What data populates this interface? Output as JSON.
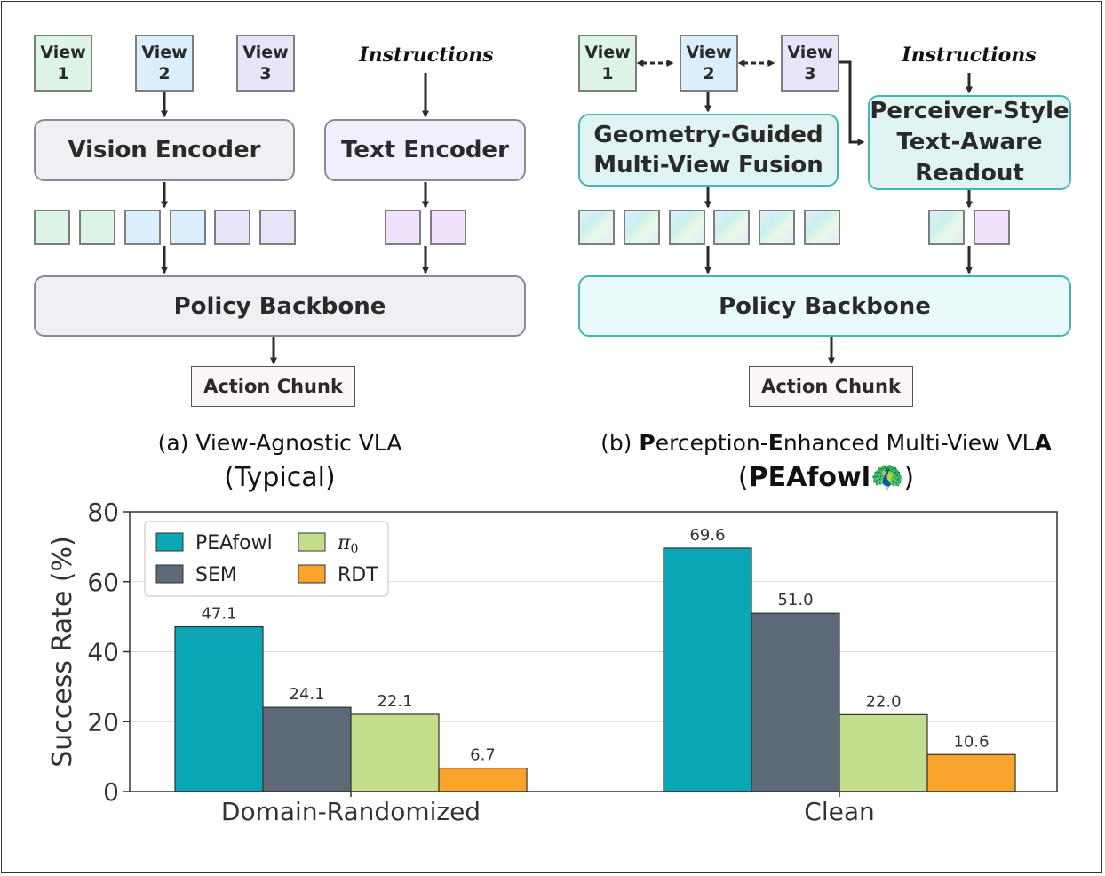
{
  "panel_a": {
    "views": [
      {
        "label": "View\n1"
      },
      {
        "label": "View\n2"
      },
      {
        "label": "View\n3"
      }
    ],
    "instructions": "Instructions",
    "vision_encoder": "Vision Encoder",
    "text_encoder": "Text Encoder",
    "backbone": "Policy Backbone",
    "action": "Action Chunk",
    "caption_line1": "(a) View-Agnostic VLA",
    "caption_line2": "(Typical)"
  },
  "panel_b": {
    "views": [
      {
        "label": "View\n1"
      },
      {
        "label": "View\n2"
      },
      {
        "label": "View\n3"
      }
    ],
    "instructions": "Instructions",
    "fusion": "Geometry-Guided\nMulti-View Fusion",
    "readout": "Perceiver-Style\nText-Aware\nReadout",
    "backbone": "Policy Backbone",
    "action": "Action Chunk",
    "caption_prefix": "(b) ",
    "caption_p": "P",
    "caption_mid1": "erception-",
    "caption_e": "E",
    "caption_mid2": "nhanced Multi-View VL",
    "caption_a": "A",
    "caption_line2_open": "(",
    "caption_line2_name": "PEAfowl",
    "caption_line2_emoji": "🦚",
    "caption_line2_close": ")"
  },
  "colors": {
    "peafowl": "#0aa6b5",
    "sem": "#5c6a78",
    "pi0": "#c3de8c",
    "rdt": "#f9a52b"
  },
  "chart_data": {
    "type": "bar",
    "categories": [
      "Domain-Randomized",
      "Clean"
    ],
    "series": [
      {
        "name": "PEAfowl",
        "values": [
          47.1,
          69.6
        ],
        "color": "#0aa6b5"
      },
      {
        "name": "SEM",
        "values": [
          24.1,
          51.0
        ],
        "color": "#5c6a78"
      },
      {
        "name": "π0",
        "values": [
          22.1,
          22.0
        ],
        "color": "#c3de8c"
      },
      {
        "name": "RDT",
        "values": [
          6.7,
          10.6
        ],
        "color": "#f9a52b"
      }
    ],
    "ylabel": "Success Rate (%)",
    "xlabel": "",
    "ylim": [
      0,
      80
    ],
    "yticks": [
      0,
      20,
      40,
      60,
      80
    ],
    "grid": "horizontal",
    "legend": "top-left"
  }
}
